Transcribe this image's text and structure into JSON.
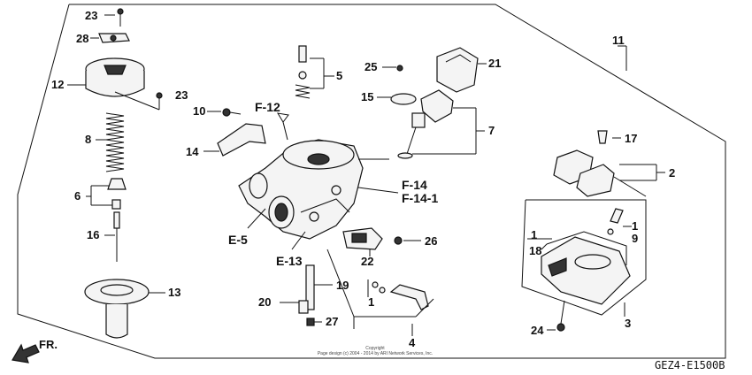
{
  "callouts": {
    "c1a": "1",
    "c1b": "1",
    "c1c": "1",
    "c2": "2",
    "c3": "3",
    "c4": "4",
    "c5": "5",
    "c6": "6",
    "c7": "7",
    "c8": "8",
    "c9": "9",
    "c10": "10",
    "c11": "11",
    "c12": "12",
    "c13": "13",
    "c14": "14",
    "c15": "15",
    "c16": "16",
    "c17": "17",
    "c18": "18",
    "c19": "19",
    "c20": "20",
    "c21": "21",
    "c22": "22",
    "c23a": "23",
    "c23b": "23",
    "c24": "24",
    "c25": "25",
    "c26": "26",
    "c27": "27",
    "c28": "28"
  },
  "references": {
    "f12": "F-12",
    "f14": "F-14",
    "f141": "F-14-1",
    "e5": "E-5",
    "e13": "E-13"
  },
  "front_label": "FR.",
  "copyright_line1": "Copyright",
  "copyright_line2": "Page design (c) 2004 - 2014 by ARI Network Services, Inc.",
  "diagram_code": "GEZ4-E1500B",
  "colors": {
    "ink": "#111111",
    "background": "#ffffff"
  }
}
